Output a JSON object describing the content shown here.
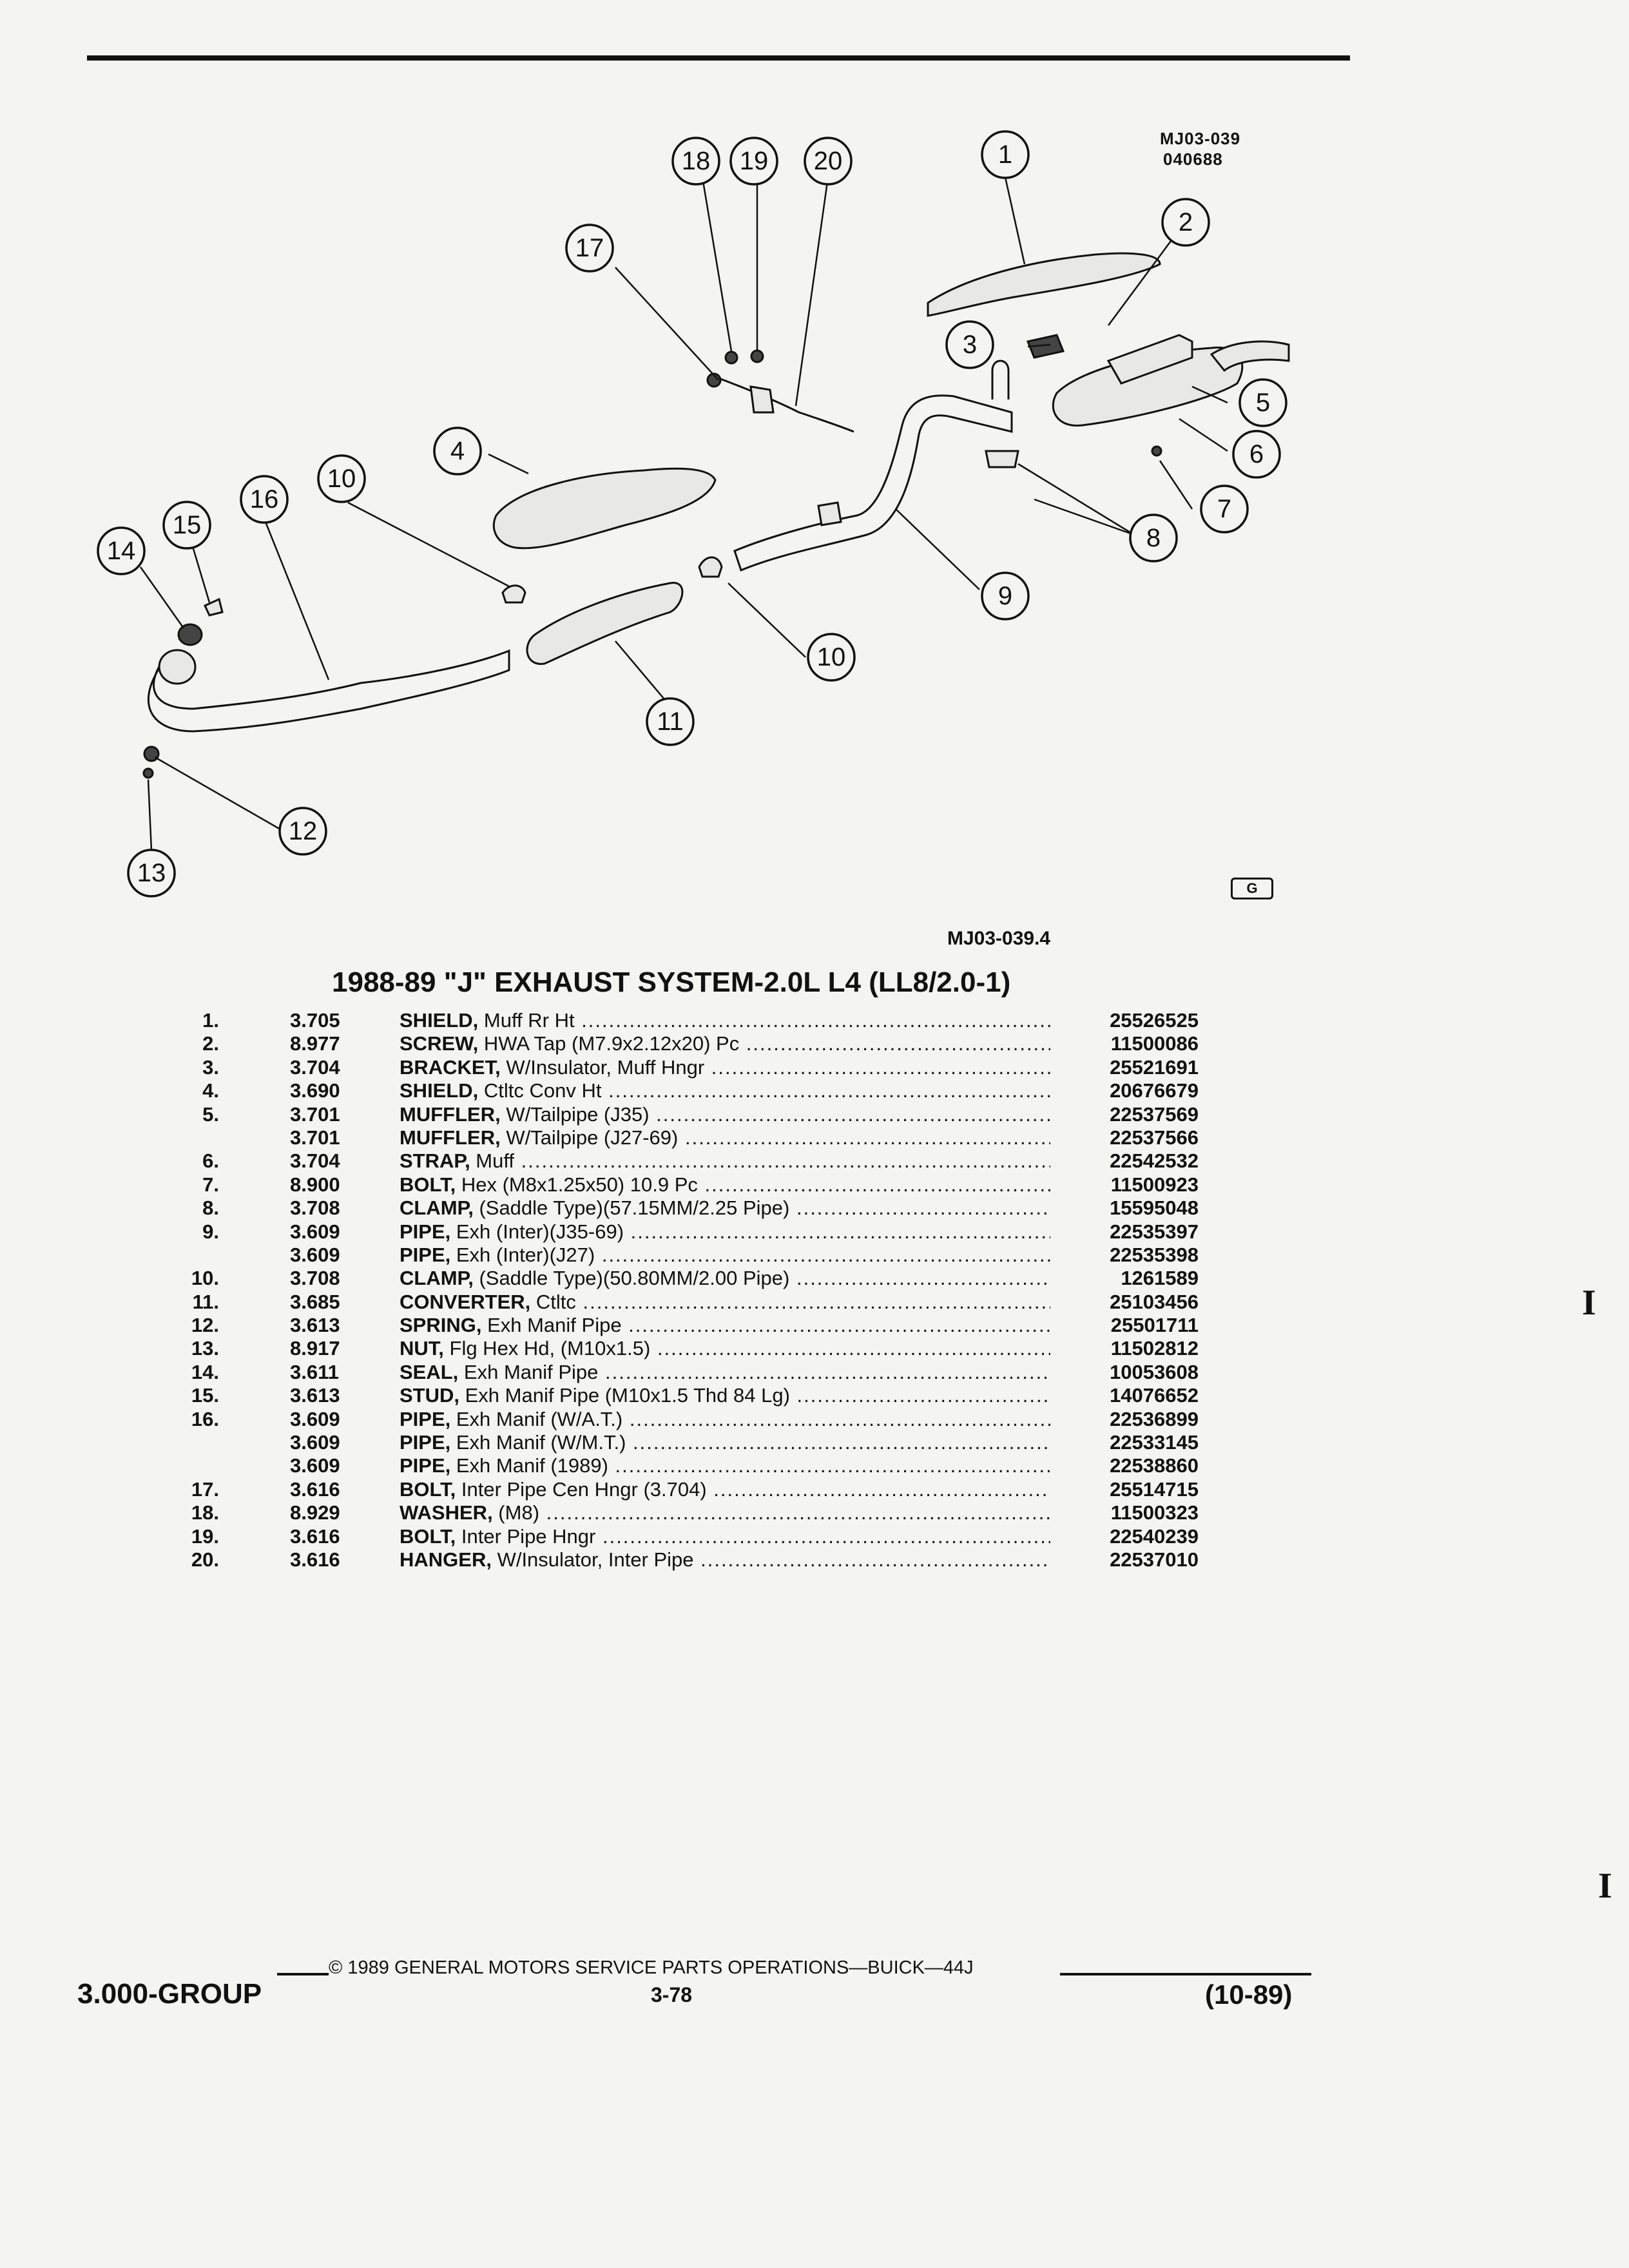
{
  "header": {
    "figure_id_top": "MJ03-039",
    "figure_date_top": "040688"
  },
  "diagram": {
    "callouts": [
      "1",
      "2",
      "3",
      "4",
      "5",
      "6",
      "7",
      "8",
      "9",
      "10",
      "10",
      "11",
      "12",
      "13",
      "14",
      "15",
      "16",
      "17",
      "18",
      "19",
      "20"
    ],
    "brand_mark": "G"
  },
  "figure_code": "MJ03-039.4",
  "title": "1988-89 \"J\" EXHAUST SYSTEM-2.0L L4 (LL8/2.0-1)",
  "parts": [
    {
      "item": "1.",
      "group": "3.705",
      "name": "SHIELD,",
      "desc": " Muff Rr Ht",
      "part_no": "25526525"
    },
    {
      "item": "2.",
      "group": "8.977",
      "name": "SCREW,",
      "desc": " HWA Tap (M7.9x2.12x20) Pc",
      "part_no": "11500086"
    },
    {
      "item": "3.",
      "group": "3.704",
      "name": "BRACKET,",
      "desc": " W/Insulator, Muff Hngr",
      "part_no": "25521691"
    },
    {
      "item": "4.",
      "group": "3.690",
      "name": "SHIELD,",
      "desc": " Ctltc Conv Ht",
      "part_no": "20676679"
    },
    {
      "item": "5.",
      "group": "3.701",
      "name": "MUFFLER,",
      "desc": " W/Tailpipe (J35)",
      "part_no": "22537569"
    },
    {
      "item": "",
      "group": "3.701",
      "name": "MUFFLER,",
      "desc": " W/Tailpipe (J27-69)",
      "part_no": "22537566"
    },
    {
      "item": "6.",
      "group": "3.704",
      "name": "STRAP,",
      "desc": " Muff",
      "part_no": "22542532"
    },
    {
      "item": "7.",
      "group": "8.900",
      "name": "BOLT,",
      "desc": " Hex (M8x1.25x50) 10.9 Pc",
      "part_no": "11500923"
    },
    {
      "item": "8.",
      "group": "3.708",
      "name": "CLAMP,",
      "desc": " (Saddle Type)(57.15MM/2.25 Pipe)",
      "part_no": "15595048"
    },
    {
      "item": "9.",
      "group": "3.609",
      "name": "PIPE,",
      "desc": " Exh (Inter)(J35-69)",
      "part_no": "22535397"
    },
    {
      "item": "",
      "group": "3.609",
      "name": "PIPE,",
      "desc": " Exh (Inter)(J27)",
      "part_no": "22535398"
    },
    {
      "item": "10.",
      "group": "3.708",
      "name": "CLAMP,",
      "desc": " (Saddle Type)(50.80MM/2.00 Pipe)",
      "part_no": "1261589"
    },
    {
      "item": "11.",
      "group": "3.685",
      "name": "CONVERTER,",
      "desc": " Ctltc",
      "part_no": "25103456"
    },
    {
      "item": "12.",
      "group": "3.613",
      "name": "SPRING,",
      "desc": " Exh Manif Pipe",
      "part_no": "25501711"
    },
    {
      "item": "13.",
      "group": "8.917",
      "name": "NUT,",
      "desc": " Flg Hex Hd, (M10x1.5)",
      "part_no": "11502812"
    },
    {
      "item": "14.",
      "group": "3.611",
      "name": "SEAL,",
      "desc": " Exh Manif Pipe",
      "part_no": "10053608"
    },
    {
      "item": "15.",
      "group": "3.613",
      "name": "STUD,",
      "desc": " Exh Manif Pipe (M10x1.5 Thd 84 Lg)",
      "part_no": "14076652"
    },
    {
      "item": "16.",
      "group": "3.609",
      "name": "PIPE,",
      "desc": " Exh Manif (W/A.T.)",
      "part_no": "22536899"
    },
    {
      "item": "",
      "group": "3.609",
      "name": "PIPE,",
      "desc": " Exh Manif (W/M.T.)",
      "part_no": "22533145"
    },
    {
      "item": "",
      "group": "3.609",
      "name": "PIPE,",
      "desc": " Exh Manif (1989)",
      "part_no": "22538860"
    },
    {
      "item": "17.",
      "group": "3.616",
      "name": "BOLT,",
      "desc": " Inter Pipe Cen Hngr (3.704)",
      "part_no": "25514715"
    },
    {
      "item": "18.",
      "group": "8.929",
      "name": "WASHER,",
      "desc": " (M8)",
      "part_no": "11500323"
    },
    {
      "item": "19.",
      "group": "3.616",
      "name": "BOLT,",
      "desc": " Inter Pipe Hngr",
      "part_no": "22540239"
    },
    {
      "item": "20.",
      "group": "3.616",
      "name": "HANGER,",
      "desc": " W/Insulator, Inter Pipe",
      "part_no": "22537010"
    }
  ],
  "footer": {
    "copyright": "© 1989 GENERAL MOTORS SERVICE PARTS OPERATIONS—BUICK—44J",
    "group": "3.000-GROUP",
    "page": "3-78",
    "date": "(10-89)"
  },
  "margin_marks": [
    "I",
    "I"
  ]
}
